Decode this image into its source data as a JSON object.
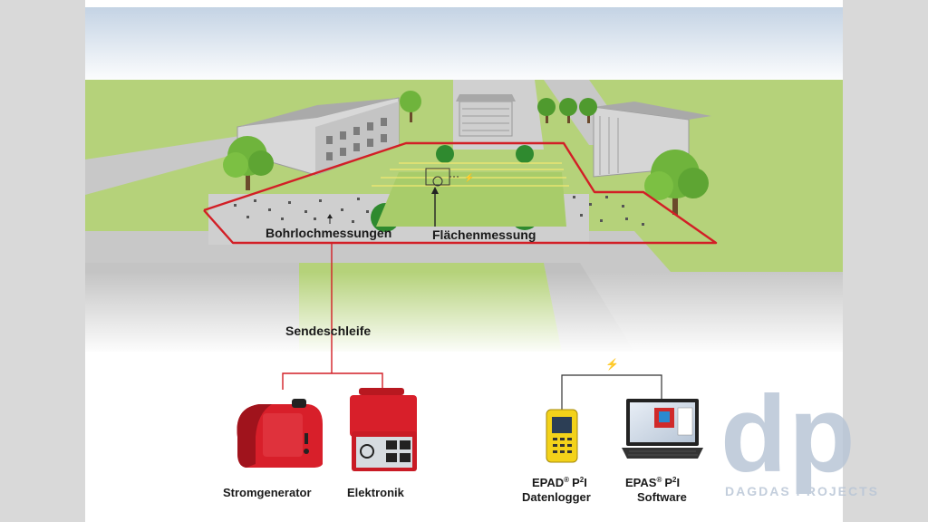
{
  "labels": {
    "bohrloch": "Bohrlochmessungen",
    "flaechen": "Flächenmessung",
    "sende": "Sendeschleife",
    "strom": "Stromgenerator",
    "elektronik": "Elektronik",
    "epad_main": "EPAD",
    "epad_reg": "®",
    "epad_p": "P",
    "epad_2": "2",
    "epad_i": "I",
    "epad_sub": "Datenlogger",
    "epas_main": "EPAS",
    "epas_reg": "®",
    "epas_p": "P",
    "epas_2": "2",
    "epas_i": "I",
    "epas_sub": "Software"
  },
  "watermark": {
    "logo": "dp",
    "text": "DAGDAS PROJECTS"
  },
  "colors": {
    "loop_red": "#d21f26",
    "device_red": "#d81f2a",
    "grass": "#b5d27a",
    "road": "#c9c9c9",
    "sky": "#ffffff",
    "epad_yellow": "#f3d21a"
  }
}
